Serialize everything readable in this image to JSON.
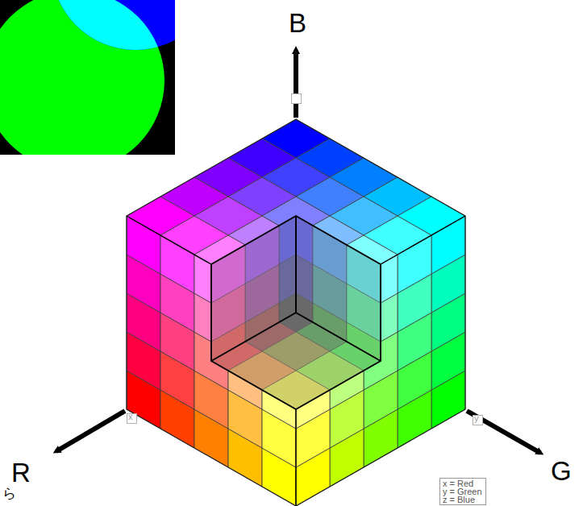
{
  "diagram": {
    "nodes": [
      {
        "text": [
          "x = Red",
          "y = Green",
          "z = Blue"
        ]
      }
    ],
    "labels": [
      "B",
      "R",
      "G",
      "x",
      "y",
      "ら"
    ]
  }
}
